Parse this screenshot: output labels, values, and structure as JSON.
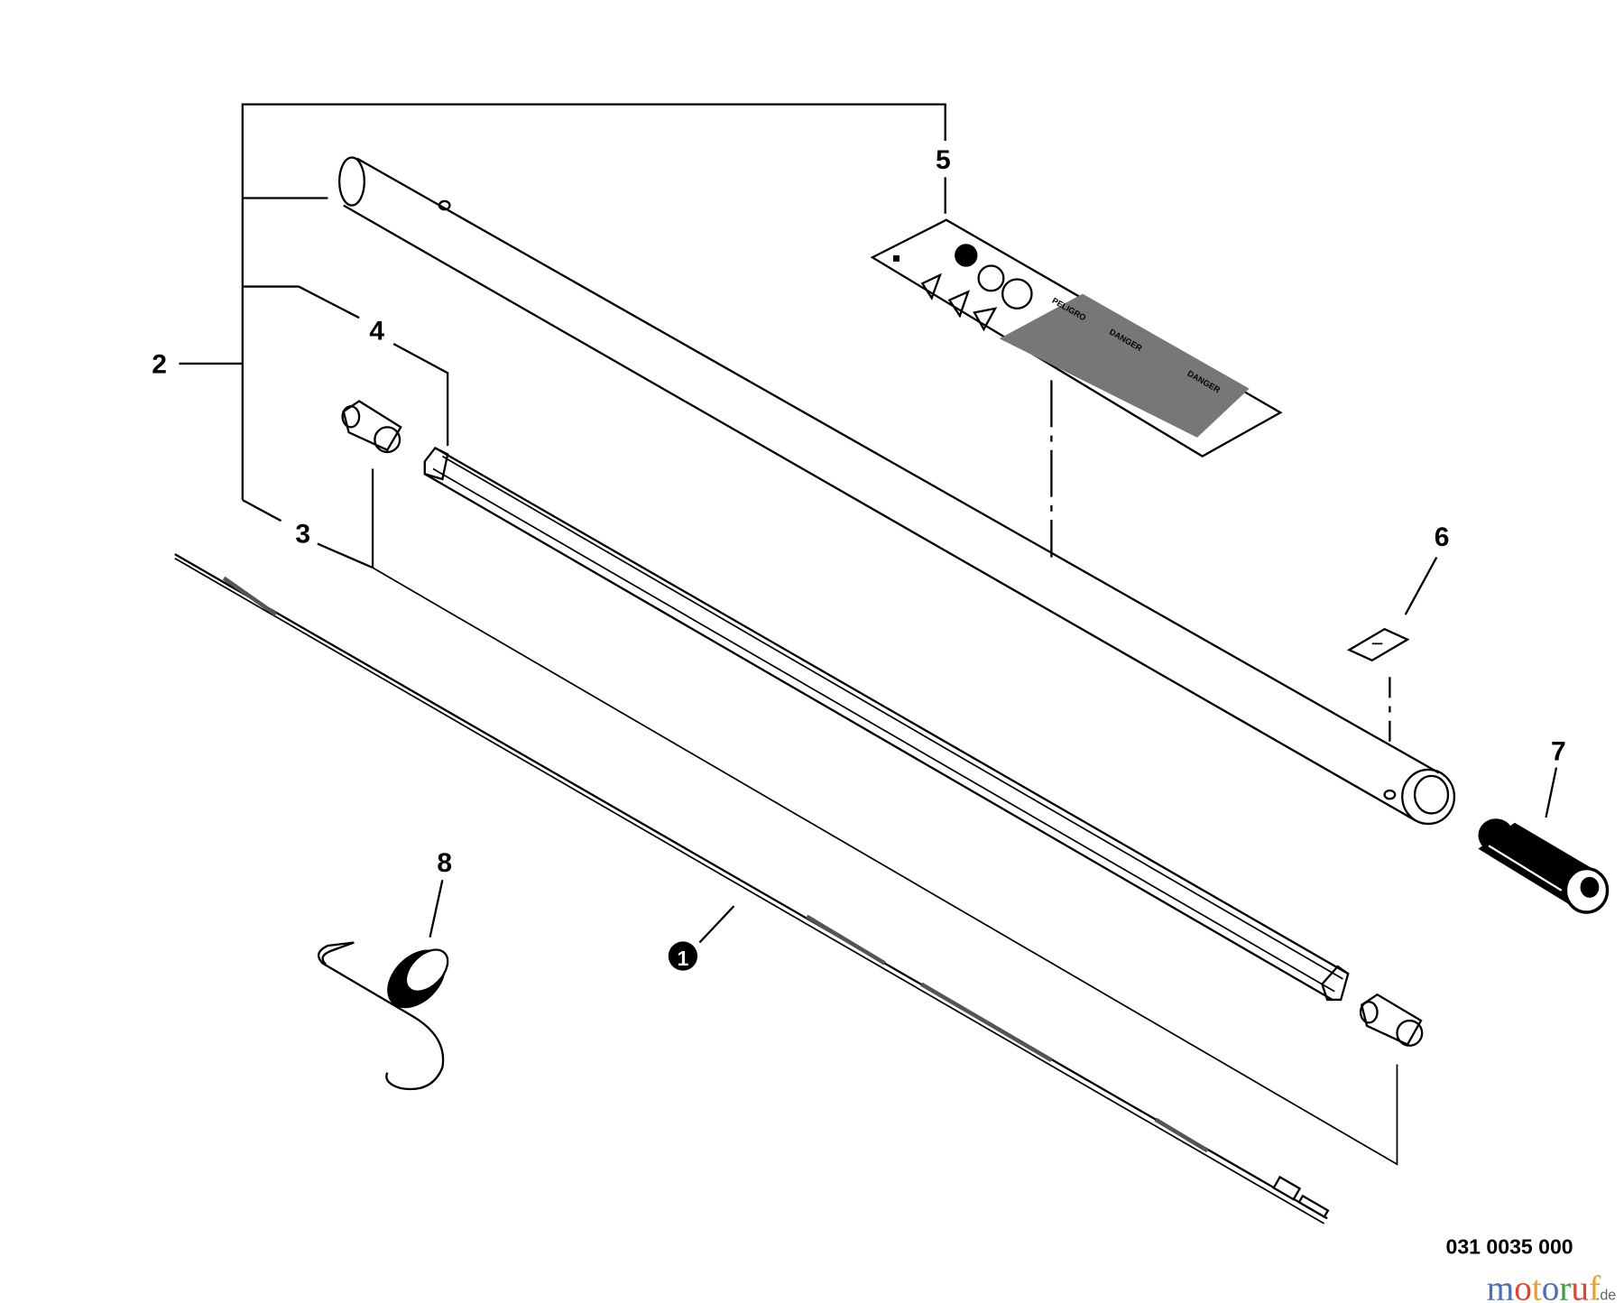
{
  "diagram": {
    "callouts": {
      "c1": "1",
      "c2": "2",
      "c3": "3",
      "c4": "4",
      "c5": "5",
      "c6": "6",
      "c7": "7",
      "c8": "8"
    },
    "part_number": "031 0035 000",
    "sticker_headings": [
      "PELIGRO",
      "DANGER",
      "DANGER"
    ]
  },
  "watermark": {
    "text": "motoruf",
    "suffix": ".de",
    "colors": [
      "#4a6fb5",
      "#e0452f",
      "#f0a020",
      "#4a6fb5",
      "#3aa040",
      "#e0452f",
      "#f0a020"
    ]
  }
}
